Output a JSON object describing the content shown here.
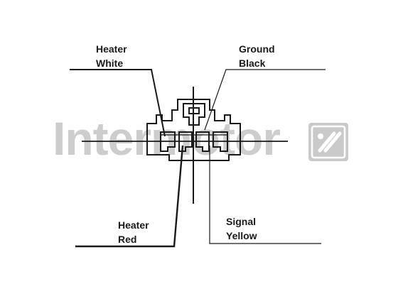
{
  "labels": {
    "heater_white": [
      "Heater",
      "White"
    ],
    "ground_black": [
      "Ground",
      "Black"
    ],
    "heater_red": [
      "Heater",
      "Red"
    ],
    "signal_yellow": [
      "Signal",
      "Yellow"
    ]
  },
  "watermark": {
    "text": "Intermotor",
    "color": "#bdbdbd"
  },
  "colors": {
    "line": "#1a1a1a",
    "watermark": "#bdbdbd"
  }
}
